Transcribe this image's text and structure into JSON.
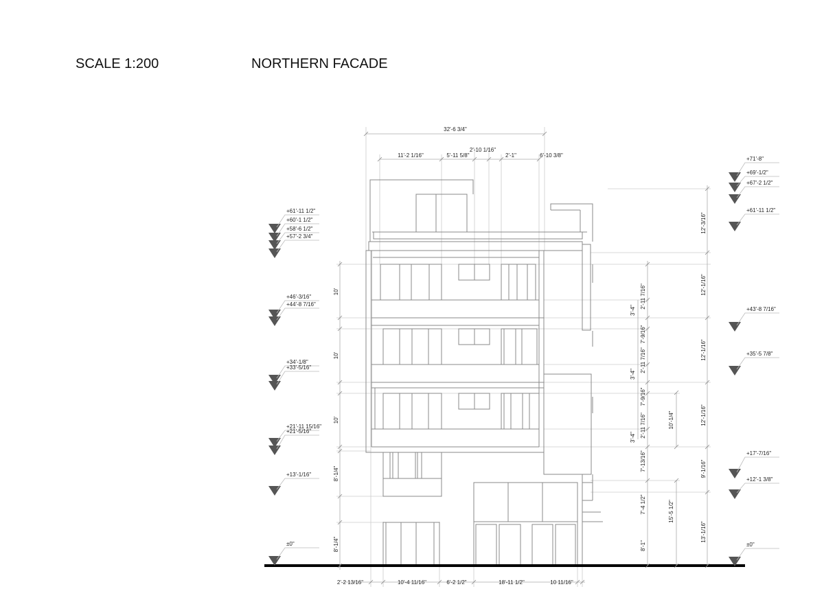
{
  "header": {
    "scale": "SCALE 1:200",
    "title": "NORTHERN FACADE"
  },
  "top_dimensions": {
    "overall": "32'-6 3/4\"",
    "segments": [
      "11'-2 1/16\"",
      "5'-11 5/8\"",
      "2'-10 1/16\"",
      "2'-1\"",
      "6'-10 3/8\""
    ]
  },
  "bottom_dimensions": [
    "2'-2 13/16\"",
    "10'-4 11/16\"",
    "6'-2 1/2\"",
    "18'-11 1/2\"",
    "10 11/16\""
  ],
  "left_dimensions": [
    "10'",
    "10'",
    "10'",
    "8'-1/4\"",
    "8'-1/4\""
  ],
  "right_inner_dimensions": [
    "2'-11 7/16\"",
    "3'-4\"",
    "7'-9/16\"",
    "2'-11 7/16\"",
    "3'-4\"",
    "7'-9/16\"",
    "2'-11 7/16\"",
    "3'-4\"",
    "7'-13/16\"",
    "7'-4 1/2\"",
    "8'-1\""
  ],
  "right_mid_dimensions": [
    "10'-1/4\"",
    "15'-5 1/2\""
  ],
  "right_outer_dimensions": [
    "12'-3/16\"",
    "12'-1/16\"",
    "12'-1/16\"",
    "12'-1/16\"",
    "9'-1/16\"",
    "13'-1/16\""
  ],
  "left_levels": [
    "+61'-11 1/2\"",
    "+60'-1 1/2\"",
    "+58'-6 1/2\"",
    "+57'-2 3/4\"",
    "+46'-3/16\"",
    "+44'-8 7/16\"",
    "+34'-1/8\"",
    "+33'-5/16\"",
    "+21'-11 15/16\"",
    "+21'-5/16\"",
    "+13'-1/16\"",
    "±0\""
  ],
  "right_levels": [
    "+71'-8\"",
    "+69'-1/2\"",
    "+67'-2 1/2\"",
    "+61'-11 1/2\"",
    "+43'-8 7/16\"",
    "+35'-5 7/8\"",
    "+17'-7/16\"",
    "+12'-1 3/8\"",
    "±0\""
  ],
  "colors": {
    "marker": "#555555",
    "ground": "#000000",
    "lines": "#888888"
  }
}
